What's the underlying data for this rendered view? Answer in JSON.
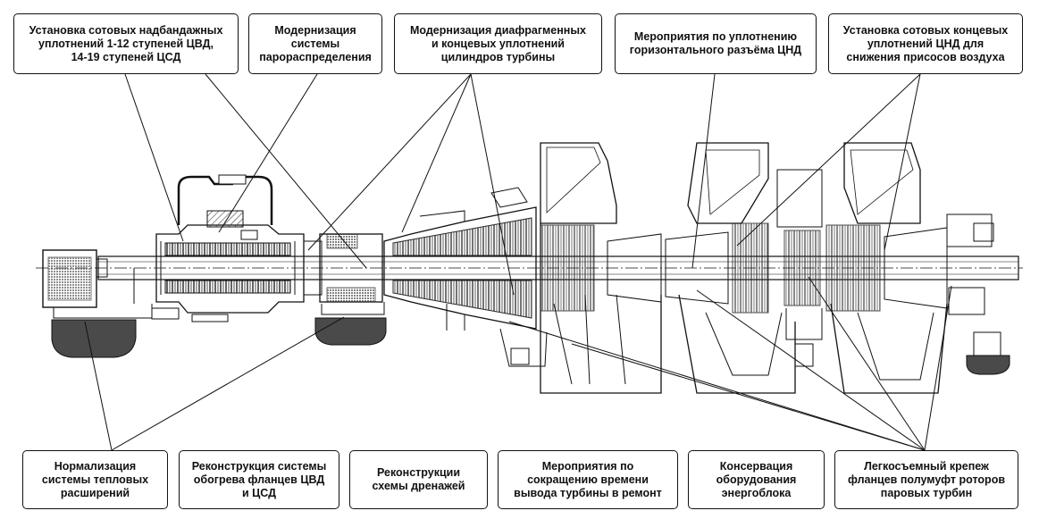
{
  "diagram": {
    "top_labels": [
      {
        "id": "hp-seals",
        "text": "Установка сотовых надбандажных\nуплотнений 1-12  ступеней ЦВД,\n14-19 ступеней ЦСД"
      },
      {
        "id": "steam-dist",
        "text": "Модернизация\nсистемы\nпарораспределения"
      },
      {
        "id": "diaphragm-seals",
        "text": "Модернизация диафрагменных\nи концевых уплотнений\nцилиндров турбины"
      },
      {
        "id": "lp-joint",
        "text": "Мероприятия по уплотнению\nгоризонтального разъёма ЦНД"
      },
      {
        "id": "lp-end-seals",
        "text": "Установка сотовых концевых\nуплотнений ЦНД для\nснижения присосов воздуха"
      }
    ],
    "bottom_labels": [
      {
        "id": "thermal-exp",
        "text": "Нормализация\nсистемы тепловых\nрасширений"
      },
      {
        "id": "flange-heating",
        "text": "Реконструкция системы\nобогрева фланцев ЦВД\nи ЦСД"
      },
      {
        "id": "drainage",
        "text": "Реконструкции\nсхемы дренажей"
      },
      {
        "id": "repair-time",
        "text": "Мероприятия по\nсокращению времени\nвывода турбины в ремонт"
      },
      {
        "id": "conservation",
        "text": "Консервация\nоборудования\nэнергоблока"
      },
      {
        "id": "coupling",
        "text": "Легкосъемный крепеж\nфланцев полумуфт роторов\nпаровых турбин"
      }
    ],
    "colors": {
      "line": "#111111",
      "hatch": "#555555",
      "pedestal": "#4a4a4a"
    }
  }
}
